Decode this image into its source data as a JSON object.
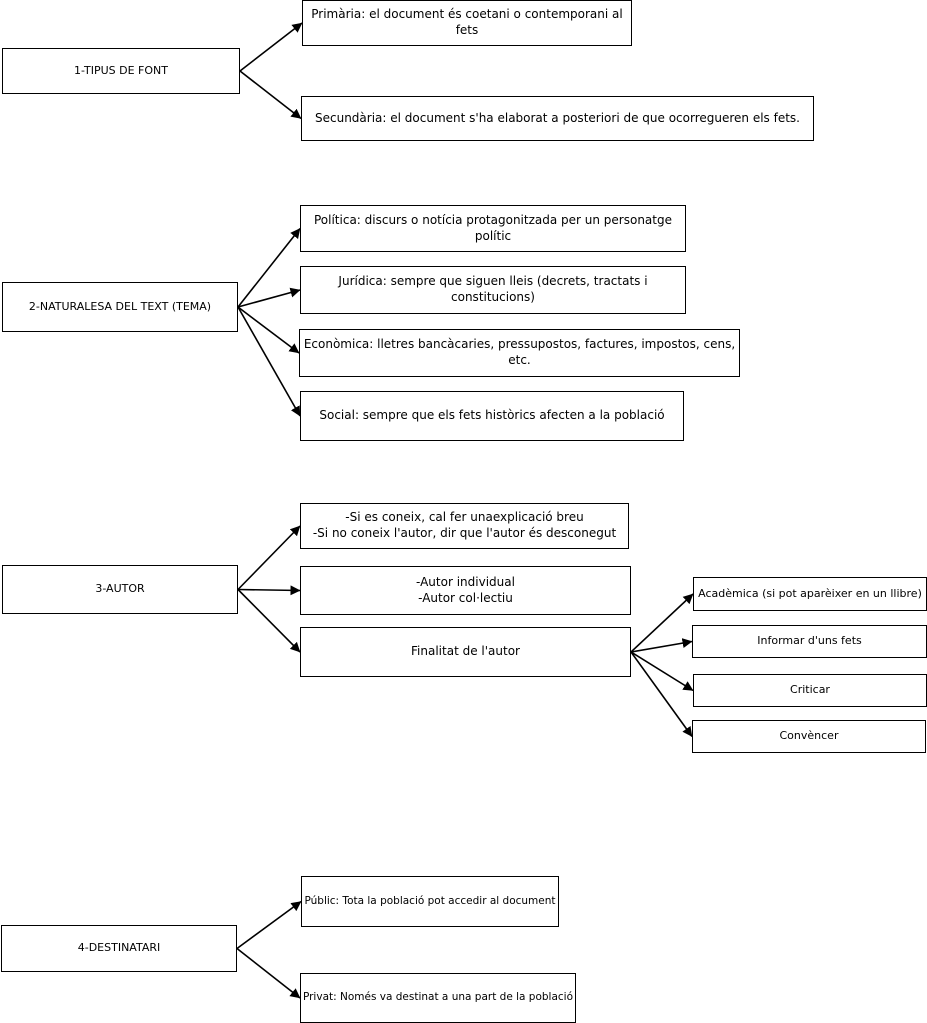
{
  "diagram": {
    "nodes": {
      "tipus_font": "1-TIPUS DE FONT",
      "primaria": "Primària: el document és coetani o contemporani al fets",
      "secundaria": "Secundària: el document s'ha elaborat a posteriori de que ocorregueren els fets.",
      "naturalesa": "2-NATURALESA DEL TEXT (TEMA)",
      "politica": "Política: discurs o notícia protagonitzada per un personatge polític",
      "juridica": "Jurídica: sempre que siguen lleis (decrets, tractats i constitucions)",
      "economica": "Econòmica: lletres bancàcaries, pressupostos, factures, impostos, cens, etc.",
      "social": "Social: sempre que els fets històrics afecten a la població",
      "autor": "3-AUTOR",
      "autor_conegut": "-Si es coneix, cal fer unaexplicació breu\n-Si no coneix l'autor, dir que l'autor és desconegut",
      "autor_tipus": "-Autor individual\n-Autor col·lectiu",
      "finalitat": "Finalitat de l'autor",
      "academica": "Acadèmica (si pot aparèixer en un llibre)",
      "informar": "Informar d'uns fets",
      "criticar": "Criticar",
      "convencer": "Convèncer",
      "destinatari": "4-DESTINATARI",
      "public": "Públic: Tota la població pot accedir al document",
      "privat": "Privat: Només va destinat a una part de la població"
    },
    "edges": [
      [
        "tipus_font",
        "primaria"
      ],
      [
        "tipus_font",
        "secundaria"
      ],
      [
        "naturalesa",
        "politica"
      ],
      [
        "naturalesa",
        "juridica"
      ],
      [
        "naturalesa",
        "economica"
      ],
      [
        "naturalesa",
        "social"
      ],
      [
        "autor",
        "autor_conegut"
      ],
      [
        "autor",
        "autor_tipus"
      ],
      [
        "autor",
        "finalitat"
      ],
      [
        "finalitat",
        "academica"
      ],
      [
        "finalitat",
        "informar"
      ],
      [
        "finalitat",
        "criticar"
      ],
      [
        "finalitat",
        "convencer"
      ],
      [
        "destinatari",
        "public"
      ],
      [
        "destinatari",
        "privat"
      ]
    ]
  }
}
